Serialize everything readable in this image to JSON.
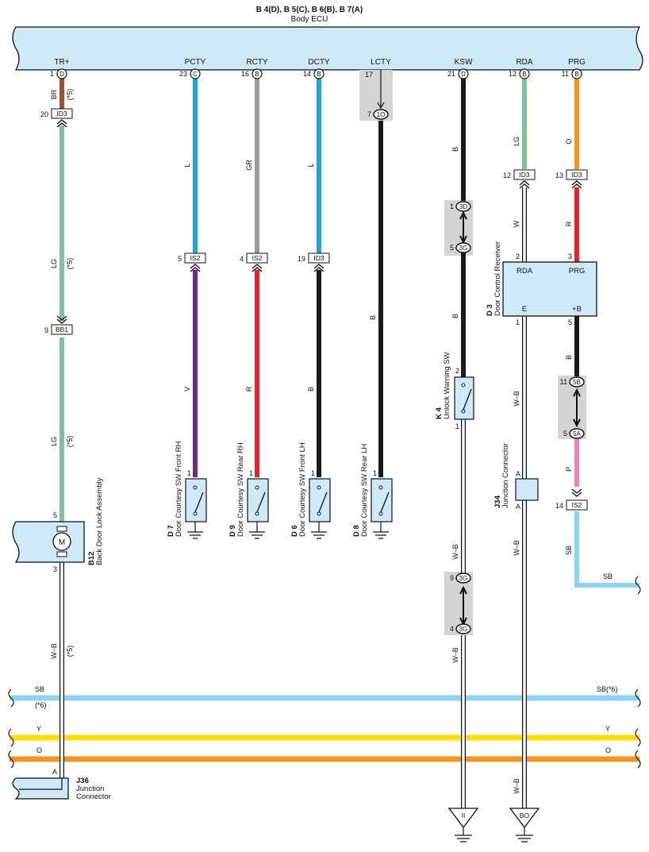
{
  "header": {
    "ecu_codes": "B 4(D), B 5(C), B 6(B), B 7(A)",
    "ecu_name": "Body ECU"
  },
  "ecu_pins": [
    {
      "label": "TR+",
      "num": "1",
      "code": "D"
    },
    {
      "label": "PCTY",
      "num": "23",
      "code": "C"
    },
    {
      "label": "RCTY",
      "num": "16",
      "code": "B"
    },
    {
      "label": "DCTY",
      "num": "14",
      "code": "B"
    },
    {
      "label": "LCTY",
      "num": "17",
      "code": ""
    },
    {
      "label": "KSW",
      "num": "21",
      "code": "D"
    },
    {
      "label": "RDA",
      "num": "12",
      "code": "B"
    },
    {
      "label": "PRG",
      "num": "11",
      "code": "B"
    }
  ],
  "wire_colors": {
    "BR": "#a0522d",
    "LG": "#7cc496",
    "L": "#1aa7e0",
    "GR": "#9a9a9a",
    "B": "#1a1a1a",
    "V": "#6b2a8c",
    "R": "#e8202a",
    "O": "#f7941d",
    "P": "#ee82b4",
    "SB": "#8fd3f4",
    "Y": "#ffdd00",
    "W": "#ffffff"
  },
  "connectors": {
    "id3_a": {
      "num": "20",
      "code": "ID3"
    },
    "bb1": {
      "num": "9",
      "code": "BB1"
    },
    "is2_a": {
      "num": "5",
      "code": "IS2"
    },
    "is2_b": {
      "num": "4",
      "code": "IS2"
    },
    "id3_b": {
      "num": "19",
      "code": "ID3"
    },
    "c1o": {
      "num": "7",
      "code": "1O"
    },
    "id3_c": {
      "num": "12",
      "code": "ID3"
    },
    "id3_d": {
      "num": "13",
      "code": "ID3"
    },
    "c3d": {
      "num": "1",
      "code": "3D"
    },
    "c3g_a": {
      "num": "5",
      "code": "3G"
    },
    "c3g_b": {
      "num": "9",
      "code": "3G"
    },
    "c3g_c": {
      "num": "4",
      "code": "3G"
    },
    "c5b": {
      "num": "11",
      "code": "5B"
    },
    "c5a": {
      "num": "5",
      "code": "5A"
    },
    "is2_c": {
      "num": "14",
      "code": "IS2"
    }
  },
  "wire_labels": {
    "br": "BR",
    "plus5": "(*5)",
    "lg": "LG",
    "l": "L",
    "gr": "GR",
    "b": "B",
    "v": "V",
    "r": "R",
    "o": "O",
    "w": "W",
    "wb": "W–B",
    "p": "P",
    "sb": "SB",
    "sb6": "SB(*6)",
    "plus6": "(*6)",
    "y": "Y"
  },
  "pins": {
    "p1": "1",
    "p2": "2",
    "p3": "3",
    "p5": "5",
    "pA": "A"
  },
  "components": {
    "b12": {
      "code": "B12",
      "name": "Back Door Lock Assembly",
      "motor": "M"
    },
    "d7": {
      "code": "D 7",
      "name": "Door Courtesy SW Front RH"
    },
    "d9": {
      "code": "D 9",
      "name": "Door Courtesy SW Rear RH"
    },
    "d6": {
      "code": "D 6",
      "name": "Door Courtesy SW Front LH"
    },
    "d8": {
      "code": "D 8",
      "name": "Door Courtesy SW Rear LH"
    },
    "k4": {
      "code": "K 4",
      "name": "Unlock Warning SW"
    },
    "d3": {
      "code": "D 3",
      "name": "Door Control Receiver",
      "pin_rda": "RDA",
      "pin_prg": "PRG",
      "pin_e": "E",
      "pin_b": "+B"
    },
    "j34": {
      "code": "J34",
      "name": "Junction Connector"
    },
    "j36": {
      "code": "J36",
      "name_line1": "Junction",
      "name_line2": "Connector"
    }
  },
  "grounds": {
    "ii": "II",
    "bo": "BO"
  }
}
